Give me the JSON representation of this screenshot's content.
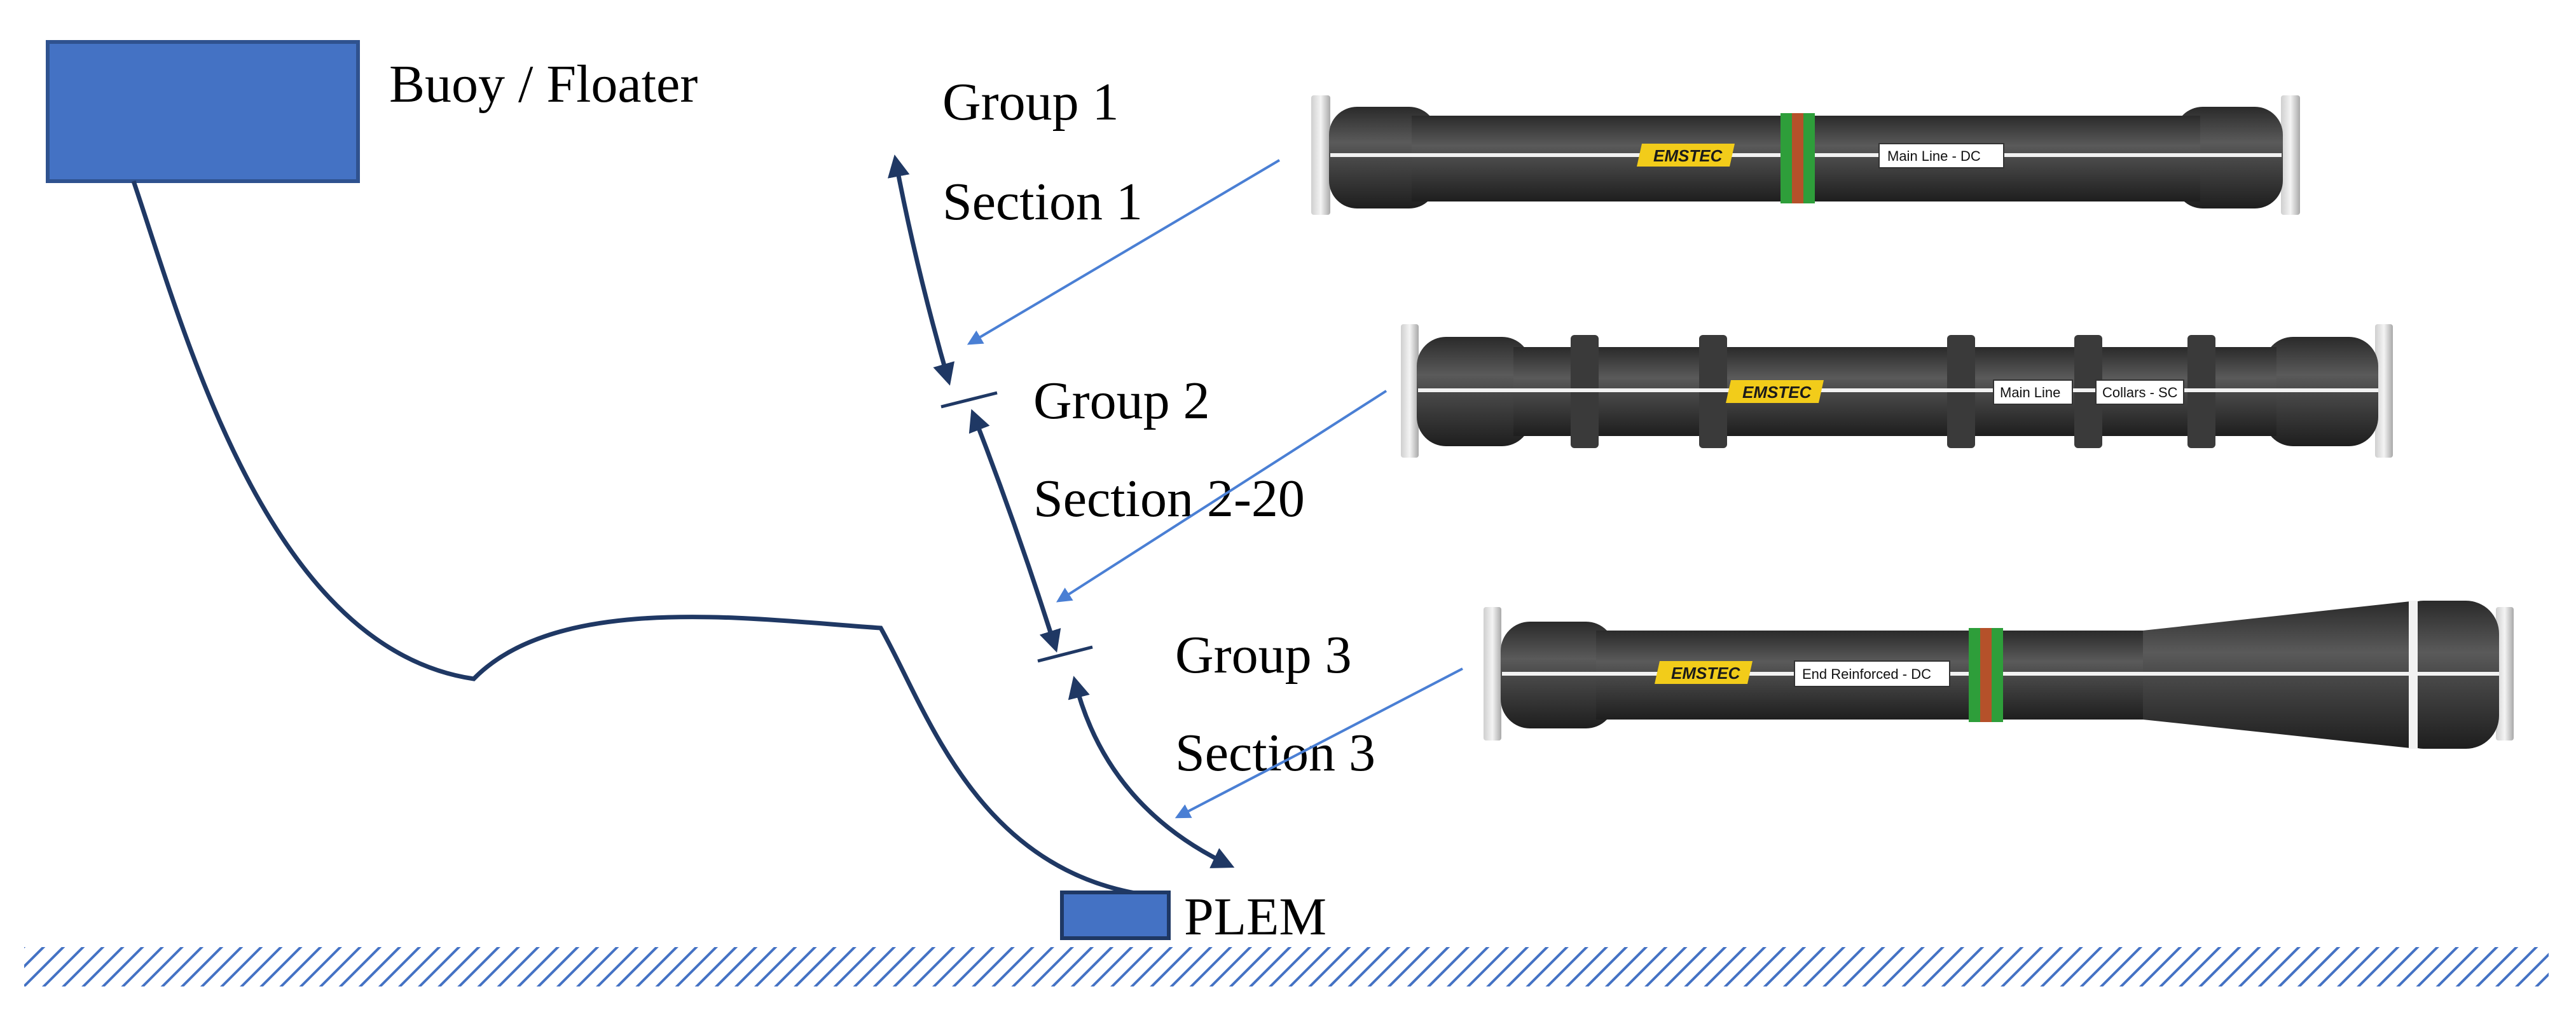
{
  "labels": {
    "buoy": "Buoy / Floater",
    "plem": "PLEM",
    "group1": "Group 1",
    "section1": "Section 1",
    "group2": "Group 2",
    "section2": "Section 2-20",
    "group3": "Group 3",
    "section3": "Section 3"
  },
  "hoses": {
    "hose1": {
      "logo": "EMSTEC",
      "tag": "Main Line - DC"
    },
    "hose2": {
      "logo": "EMSTEC",
      "tag_a": "Main Line",
      "tag_b": "Collars - SC"
    },
    "hose3": {
      "logo": "EMSTEC",
      "tag": "End Reinforced - DC"
    }
  },
  "colors": {
    "box_fill": "#4472c4",
    "line_navy": "#1f3864",
    "pointer_blue": "#4a7fd4",
    "hose_body": "#3d3d3d",
    "band_green": "#2e9e3a",
    "band_orange": "#b5512a",
    "logo_yellow": "#f2cc1a",
    "seabed_hatch": "#4472c4"
  }
}
